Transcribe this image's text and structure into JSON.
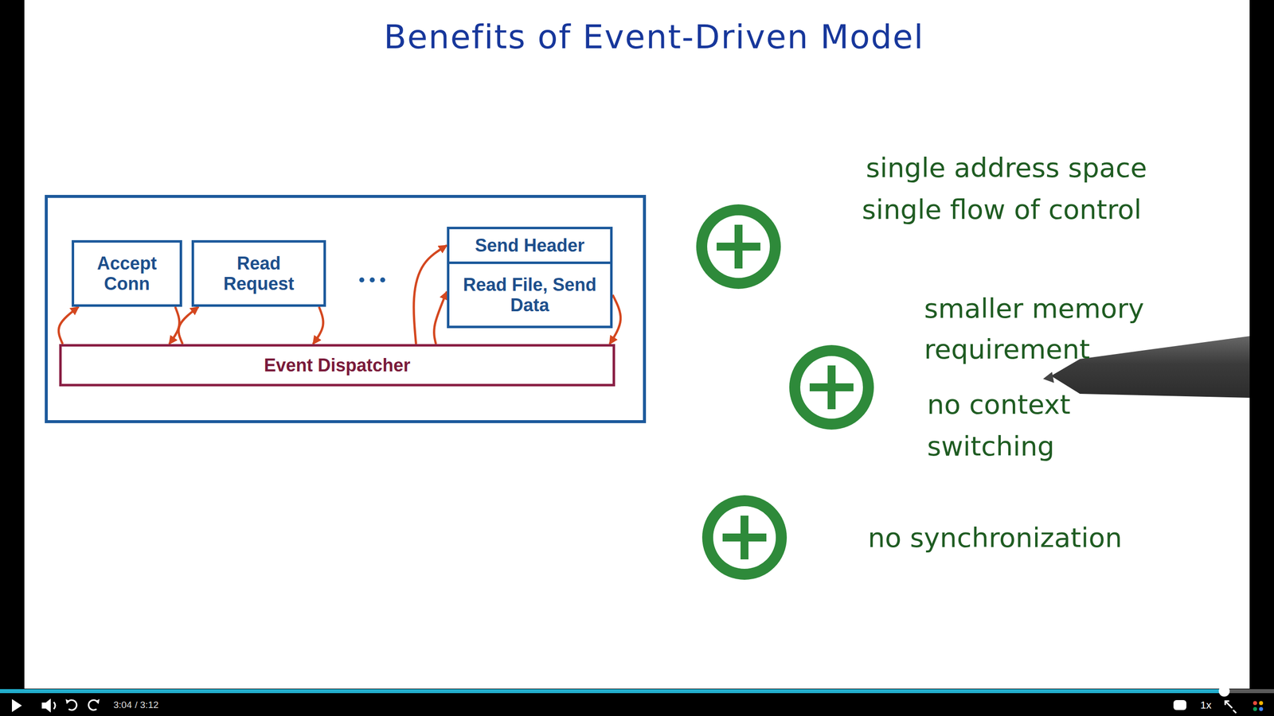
{
  "diagram": {
    "title": "Benefits of Event-Driven Model",
    "nodes": [
      {
        "text": [
          "Accept Conn"
        ]
      },
      {
        "text": [
          "Read Request"
        ]
      },
      {
        "text": [
          "Send Header"
        ]
      },
      {
        "text": [
          "Read File, Send Data"
        ]
      },
      {
        "text": [
          "Event Dispatcher"
        ]
      }
    ],
    "edges": [
      {
        "from": 4,
        "to": 0,
        "arrow": "to"
      },
      {
        "from": 0,
        "to": 4,
        "arrow": "to"
      },
      {
        "from": 4,
        "to": 1,
        "arrow": "to"
      },
      {
        "from": 1,
        "to": 4,
        "arrow": "to"
      },
      {
        "from": 4,
        "to": 2,
        "arrow": "to"
      },
      {
        "from": 4,
        "to": 3,
        "arrow": "to"
      },
      {
        "from": 3,
        "to": 4,
        "arrow": "to"
      }
    ],
    "labels": [
      "single address space",
      "single flow of control",
      "smaller memory requirement",
      "no context switching",
      "no synchronization",
      "3:04",
      "/ 3:12",
      "1x"
    ]
  }
}
